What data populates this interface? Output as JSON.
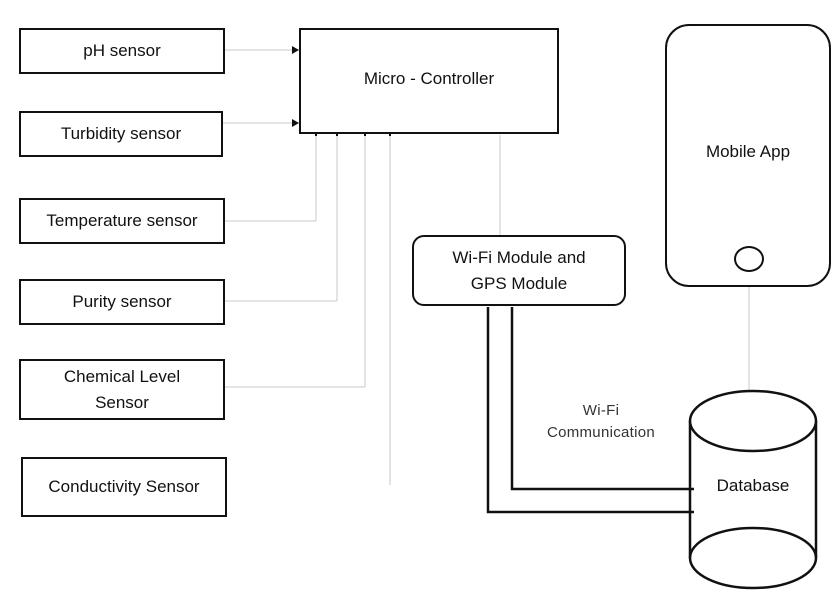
{
  "sensors": [
    {
      "label": "pH sensor"
    },
    {
      "label": "Turbidity sensor"
    },
    {
      "label": "Temperature sensor"
    },
    {
      "label": "Purity sensor"
    },
    {
      "label": "Chemical Level Sensor"
    },
    {
      "label": "Conductivity Sensor"
    }
  ],
  "controller": {
    "label": "Micro - Controller"
  },
  "wifi_module": {
    "line1": "Wi-Fi Module and",
    "line2": "GPS Module"
  },
  "mobile_app": {
    "label": "Mobile App"
  },
  "database": {
    "label": "Database"
  },
  "link": {
    "line1": "Wi-Fi",
    "line2": "Communication"
  }
}
